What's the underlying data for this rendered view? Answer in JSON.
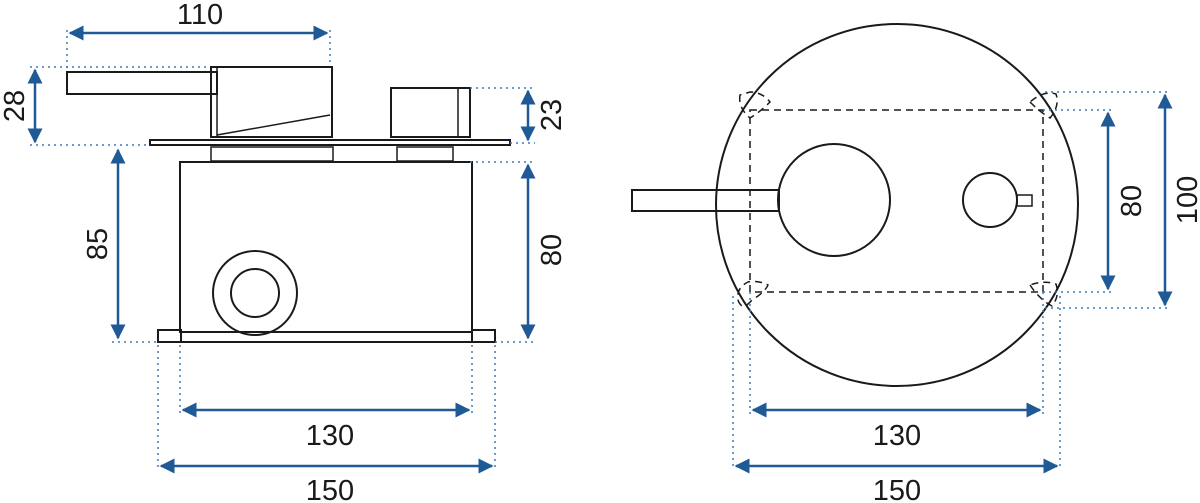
{
  "side_view": {
    "dims": {
      "top_width": "110",
      "handle_height": "28",
      "knob_height": "23",
      "body_height": "85",
      "inner_height": "80",
      "inner_width": "130",
      "outer_width": "150"
    }
  },
  "front_view": {
    "dims": {
      "inner_height": "80",
      "outer_height": "100",
      "inner_width": "130",
      "outer_width": "150"
    }
  }
}
